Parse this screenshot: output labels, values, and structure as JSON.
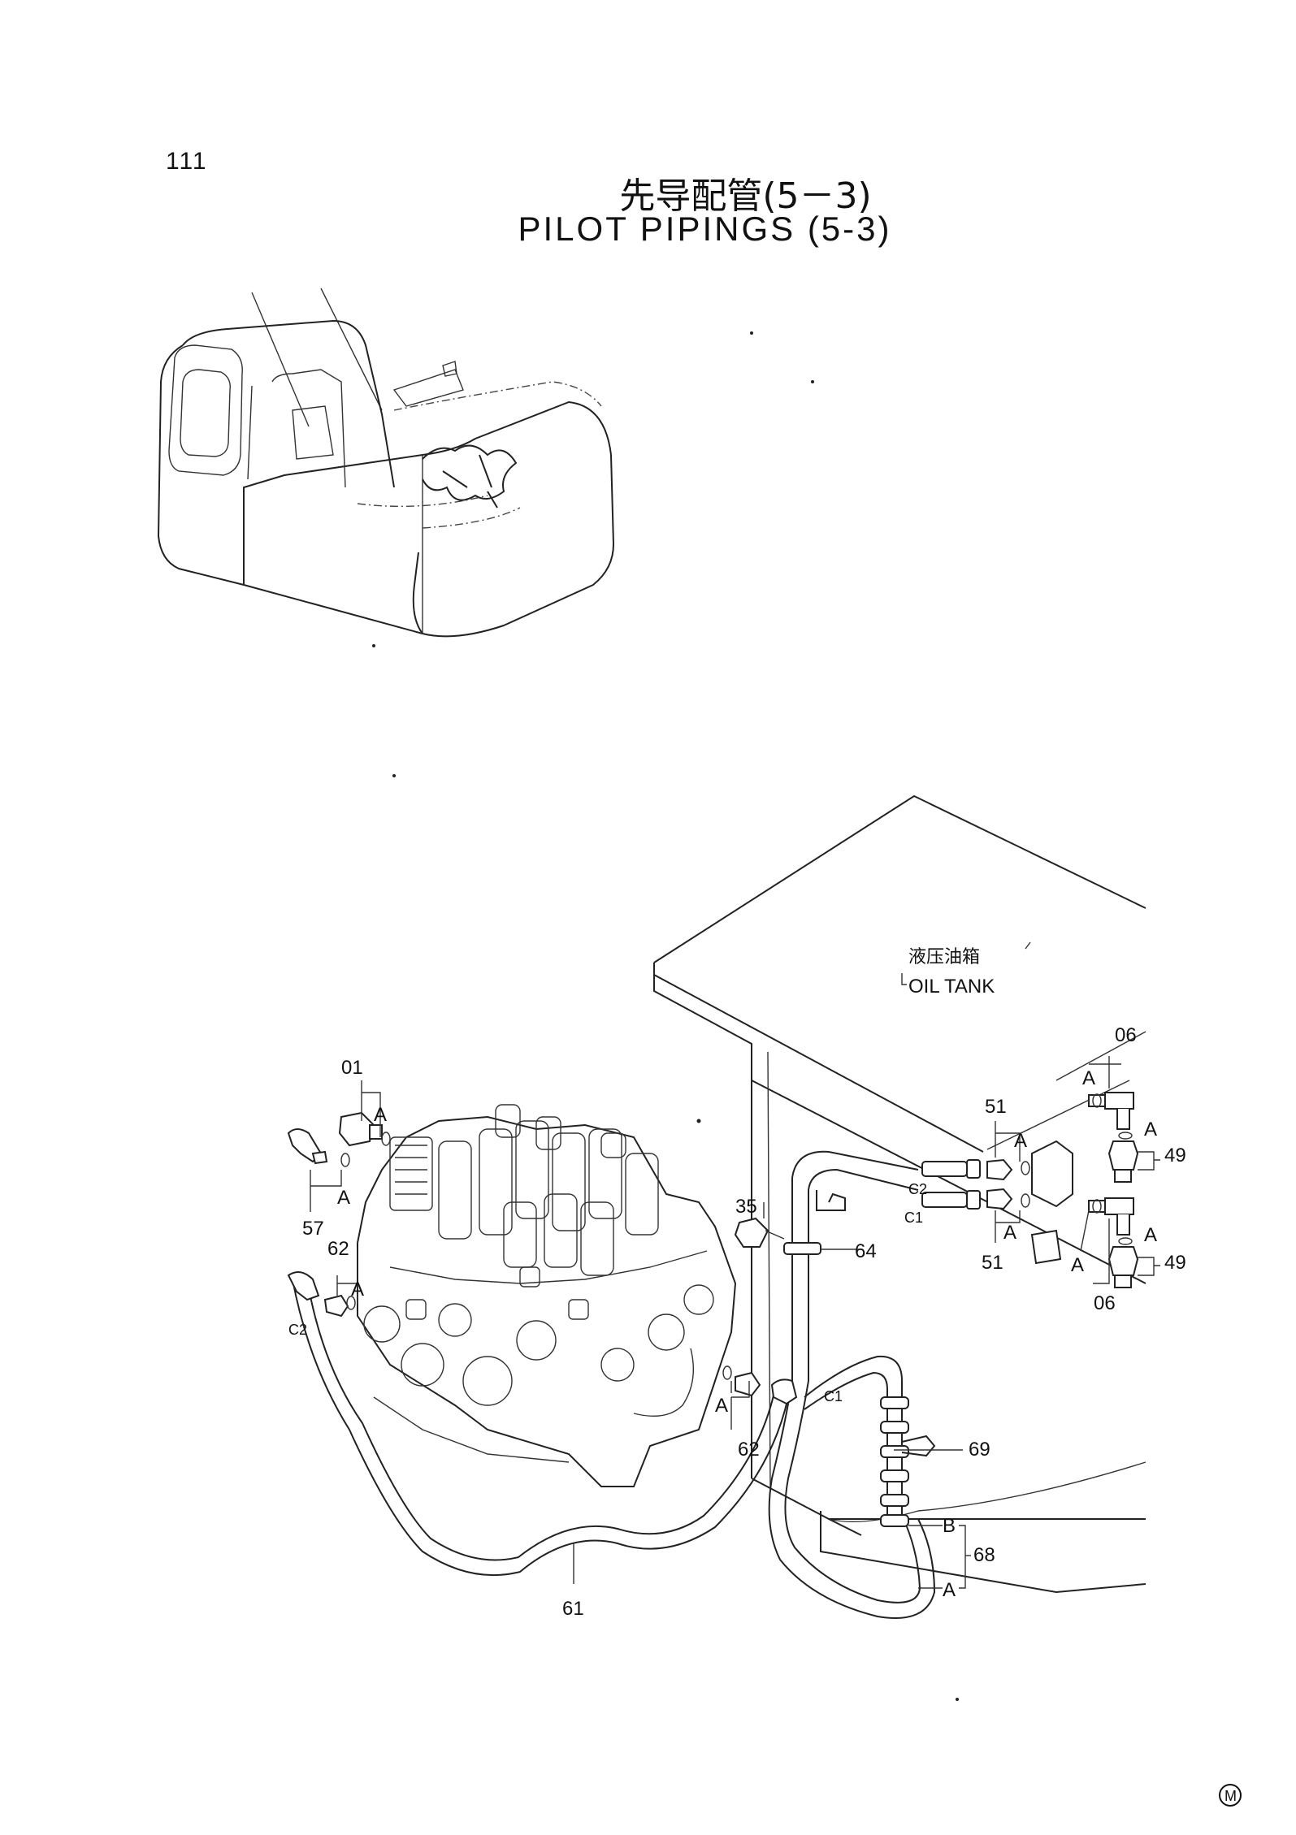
{
  "page_number": "111",
  "title_cn": "先导配管(5－3)",
  "title_en": "PILOT  PIPINGS  (5-3)",
  "oil_tank": {
    "label_cn": "液压油箱",
    "label_en": "OIL  TANK"
  },
  "callouts": {
    "p01": "01",
    "p06a": "06",
    "p06b": "06",
    "p35": "35",
    "p49a": "49",
    "p49b": "49",
    "p51a": "51",
    "p51b": "51",
    "p57": "57",
    "p61": "61",
    "p62a": "62",
    "p62b": "62",
    "p64": "64",
    "p68": "68",
    "p69": "69"
  },
  "letters": {
    "A": "A",
    "B": "B"
  },
  "ports": {
    "c1": "C1",
    "c2": "C2"
  },
  "maker_mark": "M"
}
